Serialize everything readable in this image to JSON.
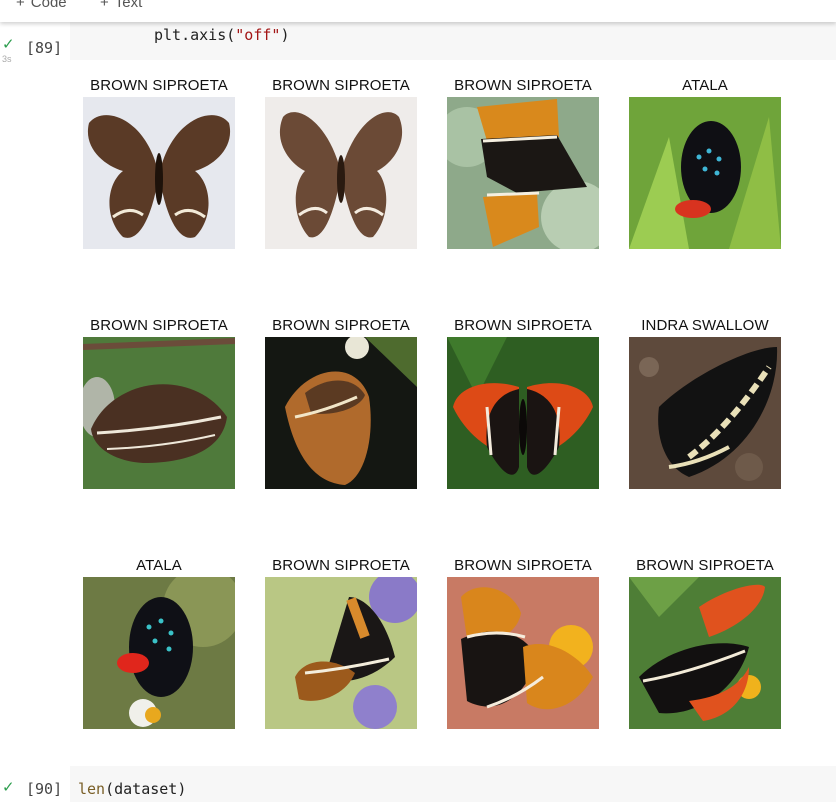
{
  "toolbar": {
    "code_label": "Code",
    "text_label": "Text"
  },
  "cell_89": {
    "exec_count": "[89]",
    "exec_time": "3s",
    "code_prefix": "plt.axis(",
    "code_string": "\"off\"",
    "code_suffix": ")"
  },
  "output_grid": {
    "rows": [
      [
        "BROWN SIPROETA",
        "BROWN SIPROETA",
        "BROWN SIPROETA",
        "ATALA"
      ],
      [
        "BROWN SIPROETA",
        "BROWN SIPROETA",
        "BROWN SIPROETA",
        "INDRA SWALLOW"
      ],
      [
        "ATALA",
        "BROWN SIPROETA",
        "BROWN SIPROETA",
        "BROWN SIPROETA"
      ]
    ]
  },
  "cell_90": {
    "exec_count": "[90]",
    "code_fn": "len",
    "code_arg": "(dataset)"
  },
  "colors": {
    "check": "#2e9e4f",
    "string": "#a31515",
    "function": "#795e26",
    "cell_bg": "#f7f7f7"
  },
  "icons": [
    "plus-icon",
    "check-icon"
  ]
}
